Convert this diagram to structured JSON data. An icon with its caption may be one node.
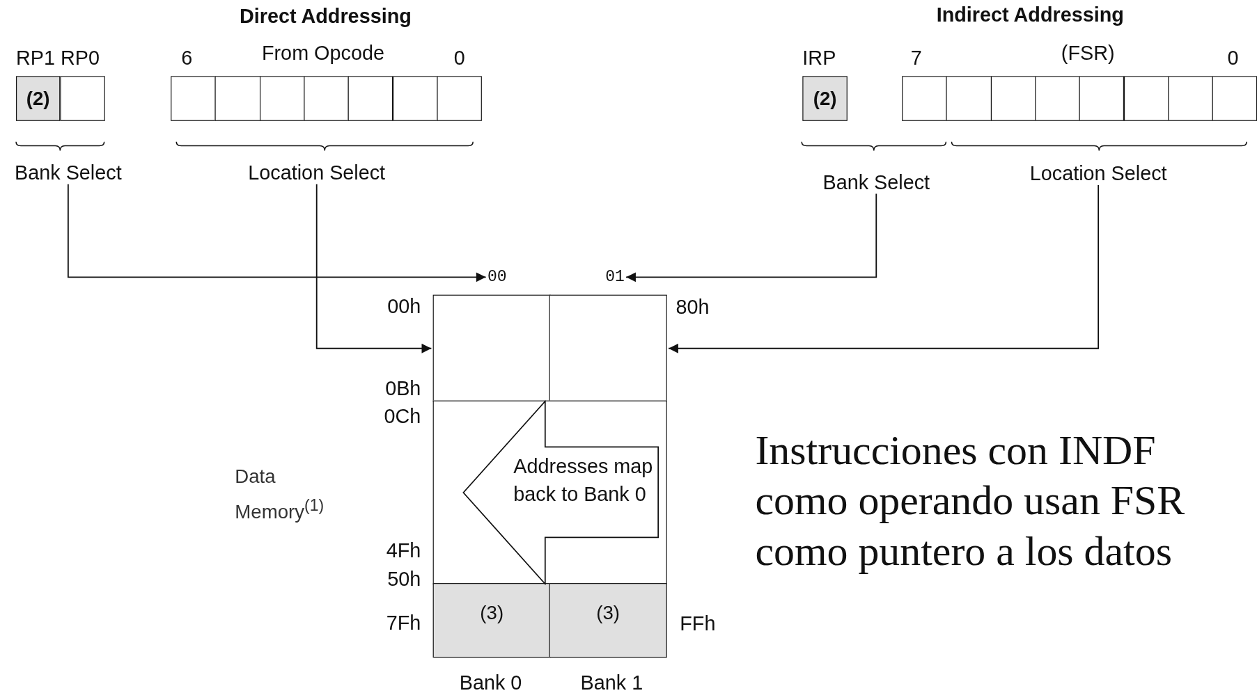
{
  "diagram": {
    "nodes": [
      {
        "text": [
          "(2)"
        ]
      },
      {
        "text": [],
        "shape": "box"
      },
      {
        "text": [],
        "shape": "box"
      },
      {
        "text": [],
        "shape": "box"
      },
      {
        "text": [],
        "shape": "box"
      },
      {
        "text": [],
        "shape": "box"
      },
      {
        "text": [],
        "shape": "box"
      },
      {
        "text": [],
        "shape": "box"
      },
      {
        "text": [],
        "shape": "box"
      },
      {
        "text": [
          "(2)"
        ]
      },
      {
        "text": [],
        "shape": "box"
      },
      {
        "text": [],
        "shape": "box"
      },
      {
        "text": [],
        "shape": "box"
      },
      {
        "text": [],
        "shape": "box"
      },
      {
        "text": [],
        "shape": "box"
      },
      {
        "text": [],
        "shape": "box"
      },
      {
        "text": [],
        "shape": "box"
      },
      {
        "text": [],
        "shape": "box"
      },
      {
        "text": [
          "Bank Select"
        ]
      },
      {
        "text": [
          "Location Select"
        ]
      },
      {
        "text": [
          "Bank Select"
        ]
      },
      {
        "text": [
          "Location Select"
        ]
      },
      {
        "text": [
          "00"
        ]
      },
      {
        "text": [
          "01"
        ]
      },
      {
        "text": [],
        "shape": "box"
      },
      {
        "text": [],
        "shape": "box"
      },
      {
        "text": [],
        "shape": "box"
      },
      {
        "text": [
          "(3)"
        ]
      },
      {
        "text": [
          "(3)"
        ]
      },
      {
        "text": [
          "Addresses map back to Bank 0"
        ],
        "in": 26
      }
    ],
    "edges": [
      {
        "from": 18,
        "to": 22,
        "arrow": "to"
      },
      {
        "from": 20,
        "to": 23,
        "arrow": "to"
      },
      {
        "from": 19,
        "to": 24,
        "arrow": "to"
      },
      {
        "from": 21,
        "to": 25,
        "arrow": "to"
      }
    ],
    "labels": [
      "Direct Addressing",
      "Indirect Addressing",
      "RP1 RP0",
      "6",
      "From Opcode",
      "0",
      "IRP",
      "7",
      "(FSR)",
      "0",
      "00h",
      "80h",
      "0Bh",
      "0Ch",
      "Data Memory$^{(1)}$",
      "4Fh",
      "50h",
      "7Fh",
      "FFh",
      "Bank 0",
      "Bank 1",
      "Instrucciones con INDF como operando usan FSR como puntero a los datos"
    ]
  }
}
